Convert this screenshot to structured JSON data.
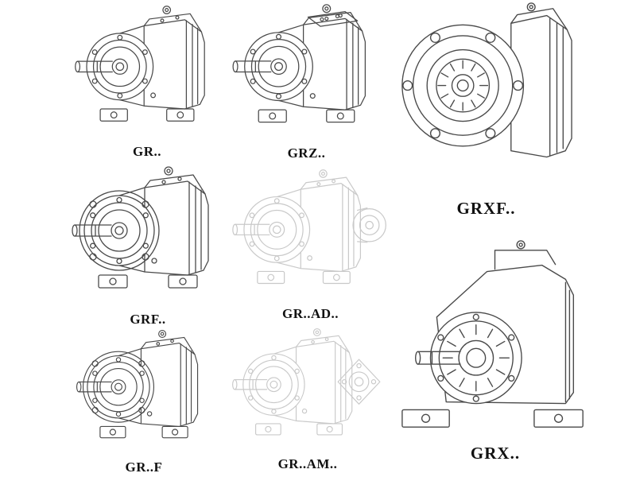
{
  "page": {
    "background_color": "#ffffff",
    "line_color": "#4a4a4a",
    "ghost_line_color": "#c9c9c9"
  },
  "figures": [
    {
      "id": "gr",
      "label": "GR..",
      "style": "solid"
    },
    {
      "id": "grz",
      "label": "GRZ..",
      "style": "solid"
    },
    {
      "id": "grxf",
      "label": "GRXF..",
      "style": "solid"
    },
    {
      "id": "grf",
      "label": "GRF..",
      "style": "solid"
    },
    {
      "id": "gr-ad",
      "label": "GR..AD..",
      "style": "ghost"
    },
    {
      "id": "grx",
      "label": "GRX..",
      "style": "solid"
    },
    {
      "id": "gr-f",
      "label": "GR..F",
      "style": "solid"
    },
    {
      "id": "gr-am",
      "label": "GR..AM..",
      "style": "ghost"
    }
  ]
}
